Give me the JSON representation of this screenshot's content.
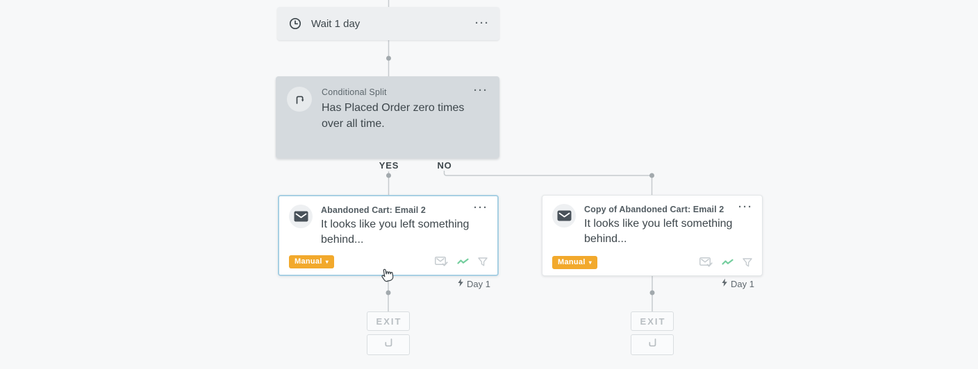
{
  "nodes": {
    "wait": {
      "label": "Wait 1 day"
    },
    "split": {
      "type_label": "Conditional Split",
      "condition": "Has Placed Order zero times over all time."
    },
    "branches": {
      "yes": "YES",
      "no": "NO"
    },
    "emails": [
      {
        "title": "Abandoned Cart: Email 2",
        "subject": "It looks like you left something behind...",
        "badge": "Manual",
        "day_label": "Day 1"
      },
      {
        "title": "Copy of Abandoned Cart: Email 2",
        "subject": "It looks like you left something behind...",
        "badge": "Manual",
        "day_label": "Day 1"
      }
    ],
    "exit_label": "EXIT"
  },
  "icons": {
    "menu_dots": "···",
    "caret": "▾"
  },
  "colors": {
    "badge_orange": "#F2A92C",
    "selected_border": "#A7CFE3",
    "trend_green": "#74CE9E",
    "connector_gray": "#C6CBCE",
    "split_card_bg": "#D5DADE"
  }
}
